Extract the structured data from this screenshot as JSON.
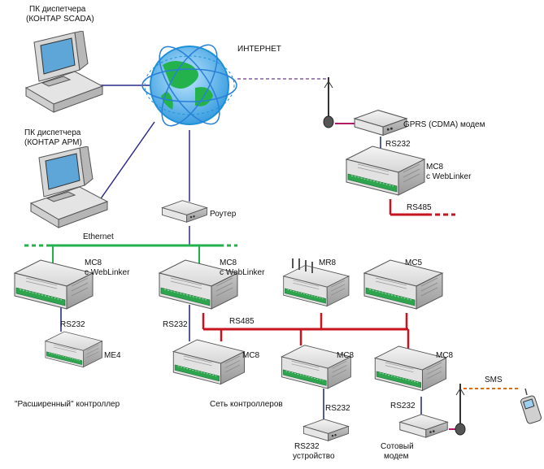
{
  "labels": {
    "pc_scada": [
      "ПК диспетчера",
      "(КОНТАР SCADA)"
    ],
    "pc_arm": [
      "ПК диспетчера",
      "(КОНТАР АРМ)"
    ],
    "internet": "ИНТЕРНЕТ",
    "gprs_modem": "GPRS (CDMA) модем",
    "rs232_top": "RS232",
    "mc8_top": [
      "MC8",
      "с WebLinker"
    ],
    "rs485_top": "RS485",
    "router": "Роутер",
    "ethernet": "Ethernet",
    "mc8_left": [
      "MC8",
      "с WebLinker"
    ],
    "mc8_mid": [
      "MC8",
      "с WebLinker"
    ],
    "mr8": "MR8",
    "mc5": "MC5",
    "rs232_left": "RS232",
    "me4": "ME4",
    "extended_controller": "\"Расширенный\" контроллер",
    "rs232_mid": "RS232",
    "rs485_bus": "RS485",
    "mc8_net1": "MC8",
    "mc8_net2": "MC8",
    "mc8_net3": "MC8",
    "controller_network": "Сеть контроллеров",
    "rs232_dev_link": "RS232",
    "rs232_device": [
      "RS232",
      "устройство"
    ],
    "rs232_cell_link": "RS232",
    "sms": "SMS",
    "cell_modem": [
      "Сотовый",
      "модем"
    ]
  },
  "colors": {
    "ethernet": "#22b14c",
    "rs485": "#c8141e",
    "rs232": "#1a237e",
    "internet_link": "#2a2a8a",
    "sms": "#e06a10",
    "globe_green": "#23b24b",
    "globe_blue": "#1e90d6"
  }
}
